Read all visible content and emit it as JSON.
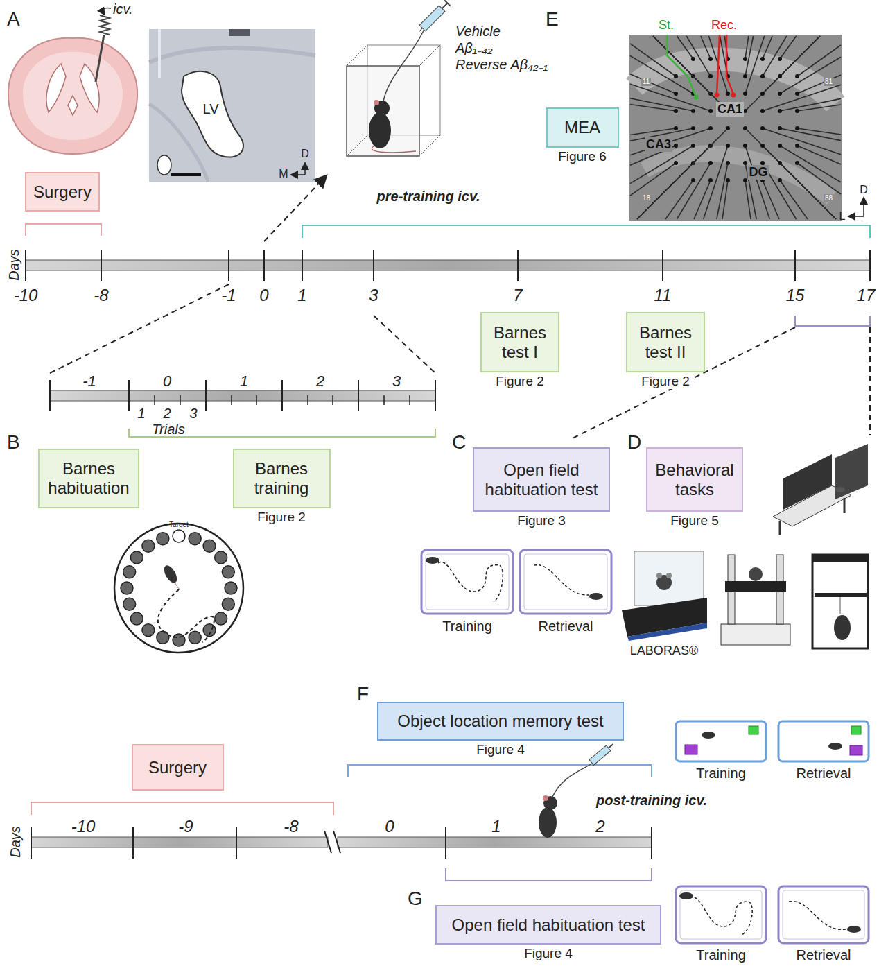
{
  "diagram": {
    "nodes": [
      {
        "text": [
          "Surgery"
        ]
      },
      {
        "text": [
          "MEA",
          "Figure 6"
        ]
      },
      {
        "text": [
          "Barnes test I",
          "Figure 2"
        ]
      },
      {
        "text": [
          "Barnes test II",
          "Figure 2"
        ]
      },
      {
        "text": [
          "Barnes habituation"
        ]
      },
      {
        "text": [
          "Barnes training",
          "Figure 2"
        ]
      },
      {
        "text": [
          "Open field habituation test",
          "Figure 3"
        ]
      },
      {
        "text": [
          "Behavioral tasks",
          "Figure 5"
        ]
      },
      {
        "text": [
          "Surgery"
        ]
      },
      {
        "text": [
          "Object location memory test",
          "Figure 4"
        ]
      },
      {
        "text": [
          "Open field habituation test",
          "Figure 4"
        ]
      }
    ],
    "labels": [
      "A",
      "icv.",
      "LV",
      "D",
      "M",
      "Vehicle",
      "Aβ₁₋₄₂",
      "Reverse Aβ₄₂₋₁",
      "pre-training icv.",
      "E",
      "St.",
      "Rec.",
      "CA1",
      "CA3",
      "DG",
      "D",
      "L",
      "11",
      "81",
      "18",
      "88",
      "Days",
      "-10",
      "-8",
      "-1",
      "0",
      "1",
      "3",
      "7",
      "11",
      "15",
      "17",
      "-1",
      "0",
      "1",
      "2",
      "3",
      "1",
      "2",
      "3",
      "Trials",
      "B",
      "Target",
      "C",
      "Training",
      "Retrieval",
      "D",
      "LABORAS®",
      "F",
      "Training",
      "Retrieval",
      "post-training icv.",
      "Days",
      "-10",
      "-9",
      "-8",
      "0",
      "1",
      "2",
      "G",
      "Training",
      "Retrieval"
    ]
  }
}
